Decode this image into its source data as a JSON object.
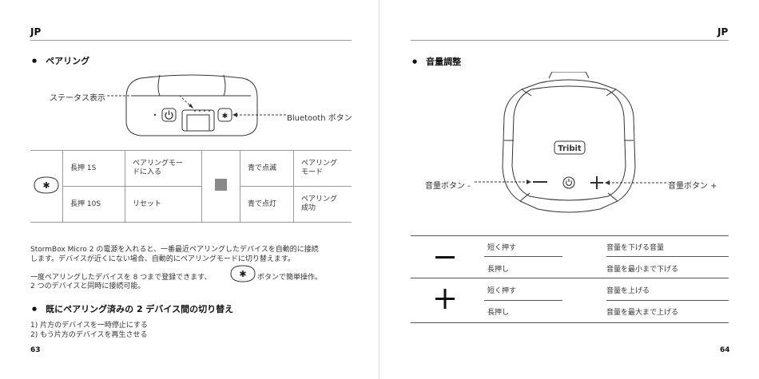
{
  "left": {
    "header": "JP",
    "section1_title": "ペアリング",
    "figure": {
      "status_label": "ステータス表示",
      "bluetooth_label": "Bluetooth ボタン"
    },
    "table": {
      "rows": [
        {
          "press": "長押 1S",
          "action_l1": "ペアリングモー",
          "action_l2": "ドに入る",
          "light": "青で点滅",
          "result_l1": "ペアリング",
          "result_l2": "モード"
        },
        {
          "press": "長押 10S",
          "action_l1": "リセット",
          "action_l2": "",
          "light": "青で点灯",
          "result_l1": "ペアリング",
          "result_l2": "成功"
        }
      ]
    },
    "para1_l1": "StormBox Micro 2 の電源を入れると、一番最近ペアリングしたデバイスを自動的に接続",
    "para1_l2": "します。デバイスが近くにない場合、自動的にペアリングモードに切り替えます。",
    "para2_l1a": "一度ペアリングしたデバイスを 8 つまで登録できます、",
    "para2_l1b": "ボタンで簡単操作。",
    "para2_l2": "2 つのデバイスと同時に接続可能。",
    "section2_title": "既にペアリング済みの 2 デバイス間の切り替え",
    "step1": "1)  片方のデバイスを一時停止にする",
    "step2": "2)  もう片方のデバイスを再生させる",
    "page_number": "63"
  },
  "right": {
    "header": "JP",
    "section_title": "音量調整",
    "figure": {
      "brand": "Tribit",
      "vol_minus_label": "音量ボタン -",
      "vol_plus_label": "音量ボタン +"
    },
    "table": {
      "minus": {
        "short_press": "短く押す",
        "short_result": "音量を下げる音量",
        "long_press": "長押し",
        "long_result": "音量を最小まで下げる"
      },
      "plus": {
        "short_press": "短く押す",
        "short_result": "音量を上げる",
        "long_press": "長押し",
        "long_result": "音量を最大まで上げる"
      }
    },
    "page_number": "64"
  },
  "colors": {
    "rule": "#999999",
    "status_square": "#8a8a8a",
    "line_art": "#333333"
  },
  "icons": [
    "bluetooth-icon",
    "power-icon",
    "minus-icon",
    "plus-icon"
  ]
}
